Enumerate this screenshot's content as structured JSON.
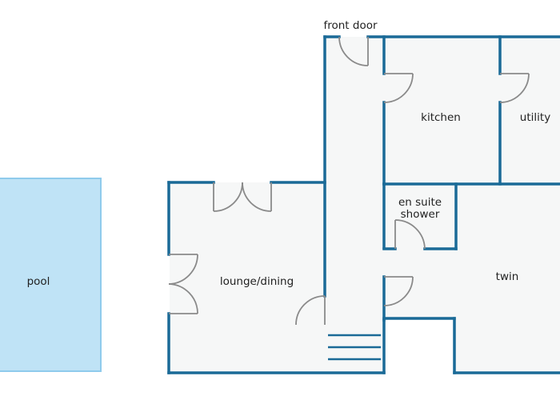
{
  "rooms": {
    "front_door": "front door",
    "kitchen": "kitchen",
    "utility": "utility",
    "en_suite_line1": "en suite",
    "en_suite_line2": "shower",
    "twin": "twin",
    "lounge_dining": "lounge/dining",
    "pool": "pool"
  },
  "colors": {
    "wall": "#1a6a97",
    "floor": "#f6f7f7",
    "door_gray": "#8a8a8a",
    "pool_fill": "#bfe3f6",
    "pool_edge": "#8fcbec",
    "label": "#222222"
  }
}
